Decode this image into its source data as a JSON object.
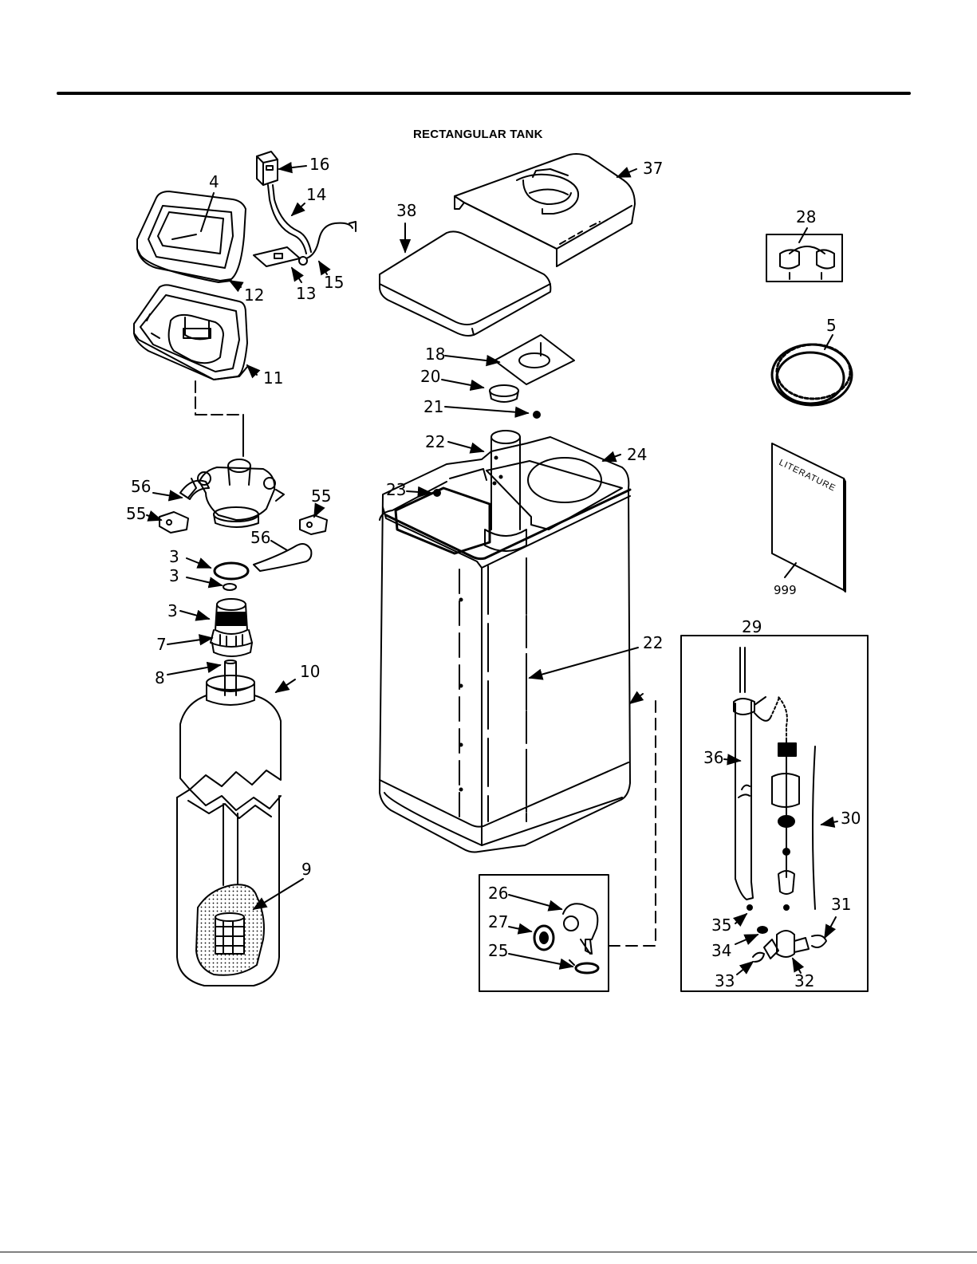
{
  "header": {
    "title": "RECTANGULAR TANK"
  },
  "literature_cover_text": "LITERATURE",
  "callouts": [
    {
      "id": "c16",
      "text": "16"
    },
    {
      "id": "c4",
      "text": "4"
    },
    {
      "id": "c14",
      "text": "14"
    },
    {
      "id": "c12",
      "text": "12"
    },
    {
      "id": "c13",
      "text": "13"
    },
    {
      "id": "c15",
      "text": "15"
    },
    {
      "id": "c11",
      "text": "11"
    },
    {
      "id": "c37",
      "text": "37"
    },
    {
      "id": "c38",
      "text": "38"
    },
    {
      "id": "c28",
      "text": "28"
    },
    {
      "id": "c5",
      "text": "5"
    },
    {
      "id": "c18",
      "text": "18"
    },
    {
      "id": "c20",
      "text": "20"
    },
    {
      "id": "c21",
      "text": "21"
    },
    {
      "id": "c22a",
      "text": "22"
    },
    {
      "id": "c24",
      "text": "24"
    },
    {
      "id": "c23",
      "text": "23"
    },
    {
      "id": "c56a",
      "text": "56"
    },
    {
      "id": "c55a",
      "text": "55"
    },
    {
      "id": "c55b",
      "text": "55"
    },
    {
      "id": "c56b",
      "text": "56"
    },
    {
      "id": "c3a",
      "text": "3"
    },
    {
      "id": "c3b",
      "text": "3"
    },
    {
      "id": "c3c",
      "text": "3"
    },
    {
      "id": "c7",
      "text": "7"
    },
    {
      "id": "c8",
      "text": "8"
    },
    {
      "id": "c10",
      "text": "10"
    },
    {
      "id": "c9",
      "text": "9"
    },
    {
      "id": "c999",
      "text": "999"
    },
    {
      "id": "c29",
      "text": "29"
    },
    {
      "id": "c22b",
      "text": "22"
    },
    {
      "id": "c36",
      "text": "36"
    },
    {
      "id": "c30",
      "text": "30"
    },
    {
      "id": "c26",
      "text": "26"
    },
    {
      "id": "c27",
      "text": "27"
    },
    {
      "id": "c25",
      "text": "25"
    },
    {
      "id": "c35",
      "text": "35"
    },
    {
      "id": "c31",
      "text": "31"
    },
    {
      "id": "c34",
      "text": "34"
    },
    {
      "id": "c33",
      "text": "33"
    },
    {
      "id": "c32",
      "text": "32"
    }
  ]
}
